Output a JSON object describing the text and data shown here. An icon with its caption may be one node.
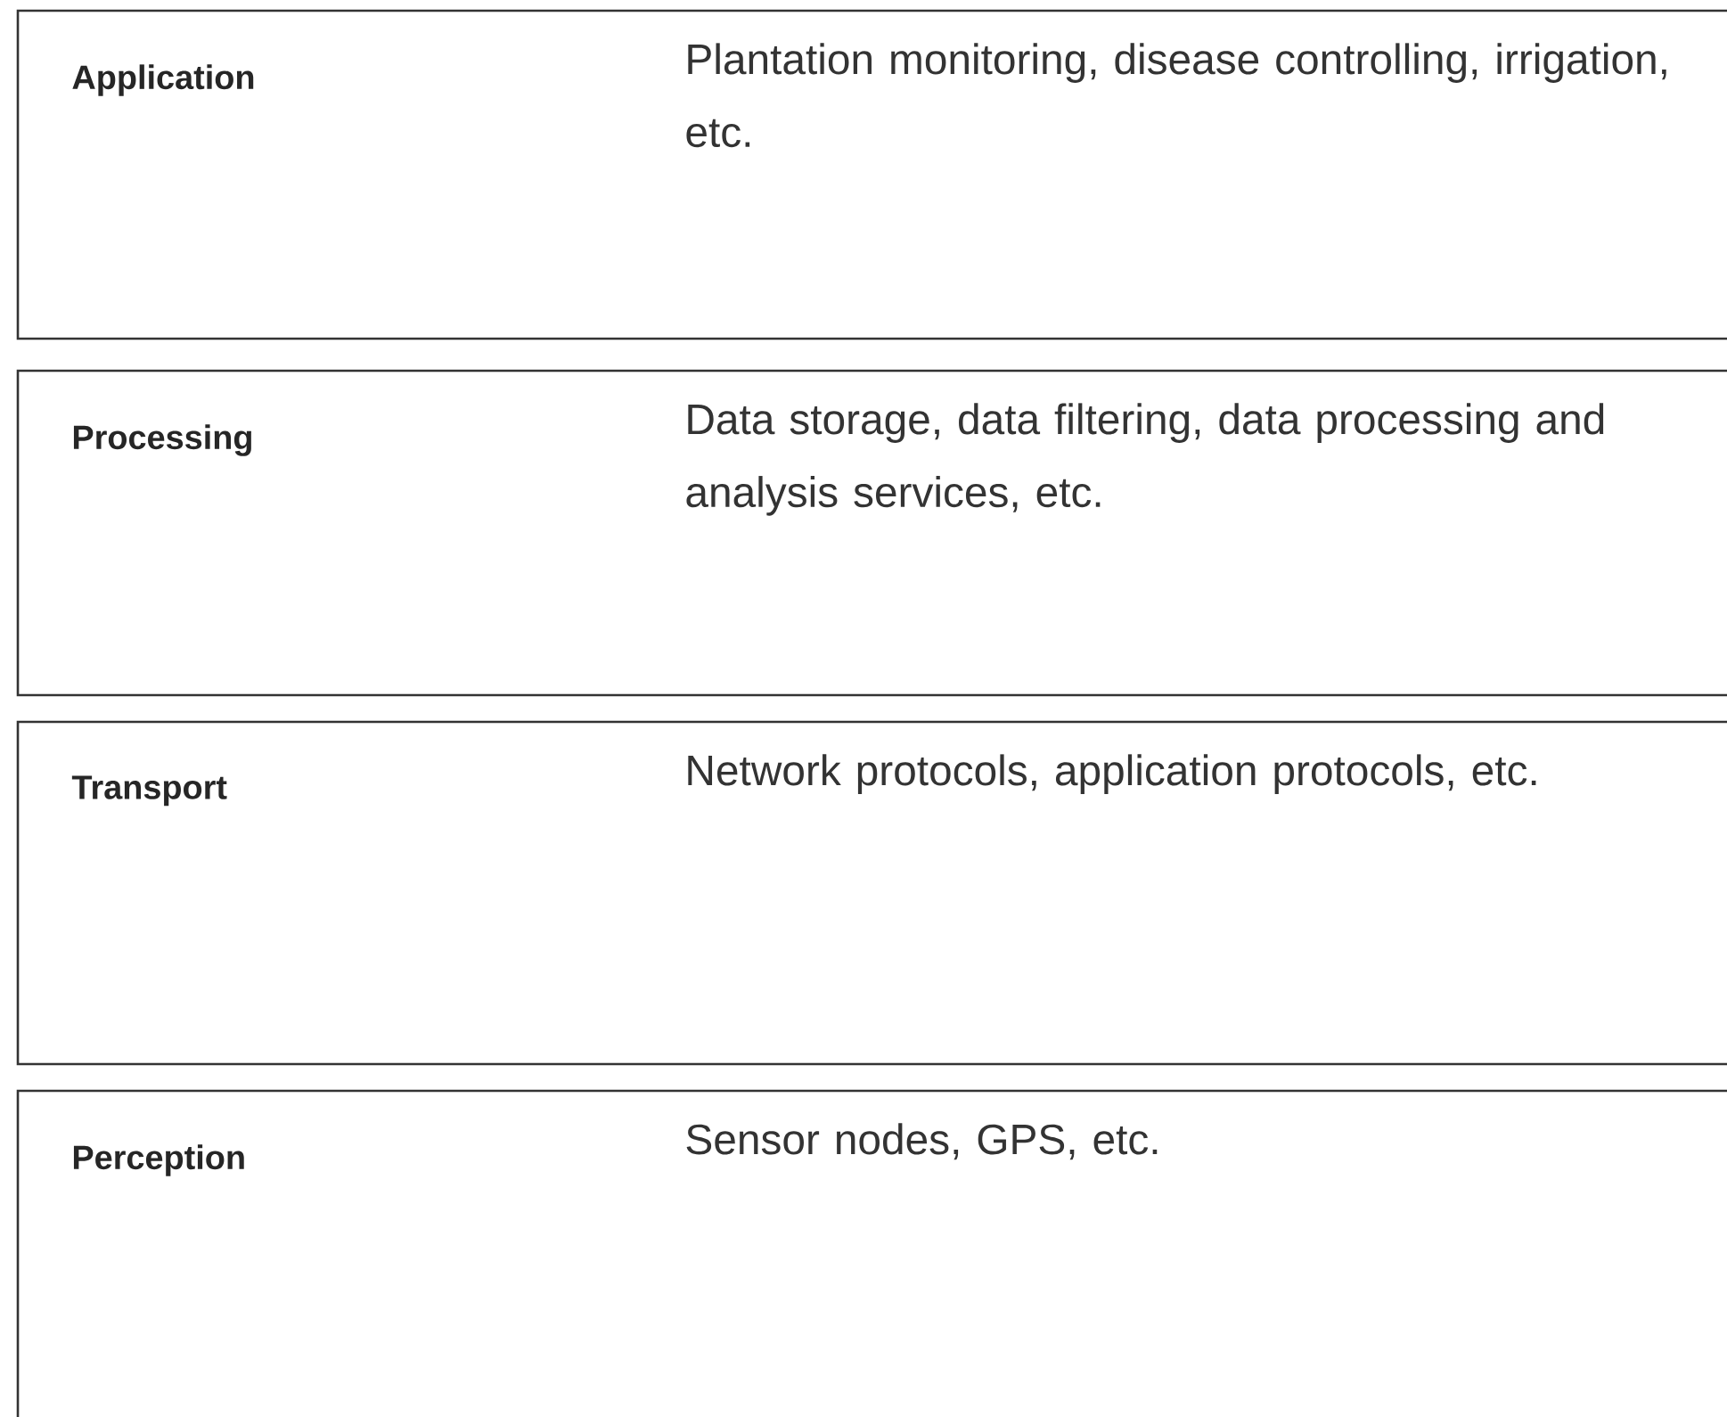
{
  "diagram": {
    "nodes": [
      {
        "text": [
          "Application",
          "Plantation monitoring, disease controlling, irrigation, etc."
        ]
      },
      {
        "text": [
          "Processing",
          "Data storage, data filtering, data processing and analysis services, etc."
        ]
      },
      {
        "text": [
          "Transport",
          "Network protocols, application protocols, etc."
        ]
      },
      {
        "text": [
          "Perception",
          "Sensor nodes, GPS, etc."
        ]
      }
    ]
  }
}
